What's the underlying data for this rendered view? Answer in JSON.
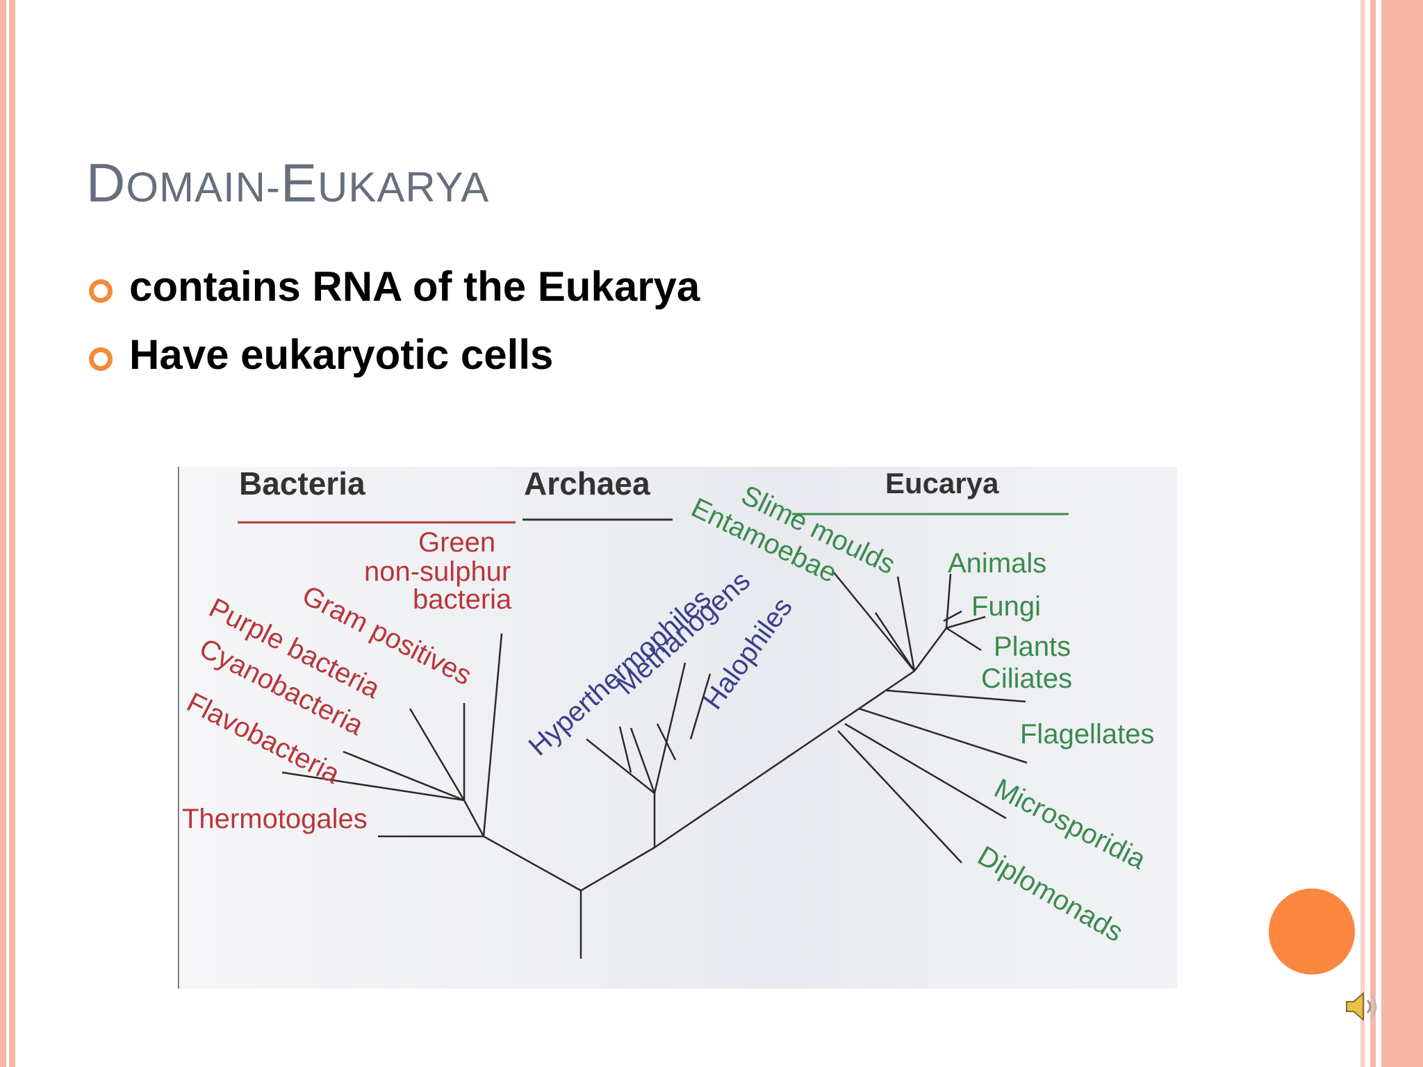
{
  "slide": {
    "title_first_letter": "D",
    "title_rest_1": "OMAIN-",
    "title_second_letter": "E",
    "title_rest_2": "UKARYA"
  },
  "bullets": [
    {
      "text": "contains RNA of the Eukarya"
    },
    {
      "text": "Have eukaryotic cells"
    }
  ],
  "diagram": {
    "headers": {
      "bacteria": "Bacteria",
      "archaea": "Archaea",
      "eucarya": "Eucarya"
    },
    "bacteria_labels": {
      "green_1": "Green",
      "green_2": "non-sulphur",
      "green_3": "bacteria",
      "gram_positives": "Gram positives",
      "purple_bacteria": "Purple bacteria",
      "cyanobacteria": "Cyanobacteria",
      "flavobacteria": "Flavobacteria",
      "thermotogales": "Thermotogales"
    },
    "archaea_labels": {
      "hyperthermophiles": "Hyperthermophiles",
      "methanogens": "Methanogens",
      "halophiles": "Halophiles"
    },
    "eucarya_labels": {
      "slime_moulds": "Slime moulds",
      "entamoebae": "Entamoebae",
      "animals": "Animals",
      "fungi": "Fungi",
      "plants": "Plants",
      "ciliates": "Ciliates",
      "flagellates": "Flagellates",
      "microsporidia": "Microsporidia",
      "diplomonads": "Diplomonads"
    },
    "colors": {
      "bacteria": "#b8363a",
      "archaea": "#3b3f8c",
      "eucarya": "#3c8a4e",
      "lines": "#2a2a2a"
    }
  },
  "icons": {
    "bullet": "orange-ring-bullet-icon",
    "speaker": "speaker-icon",
    "decoration": "orange-circle"
  }
}
